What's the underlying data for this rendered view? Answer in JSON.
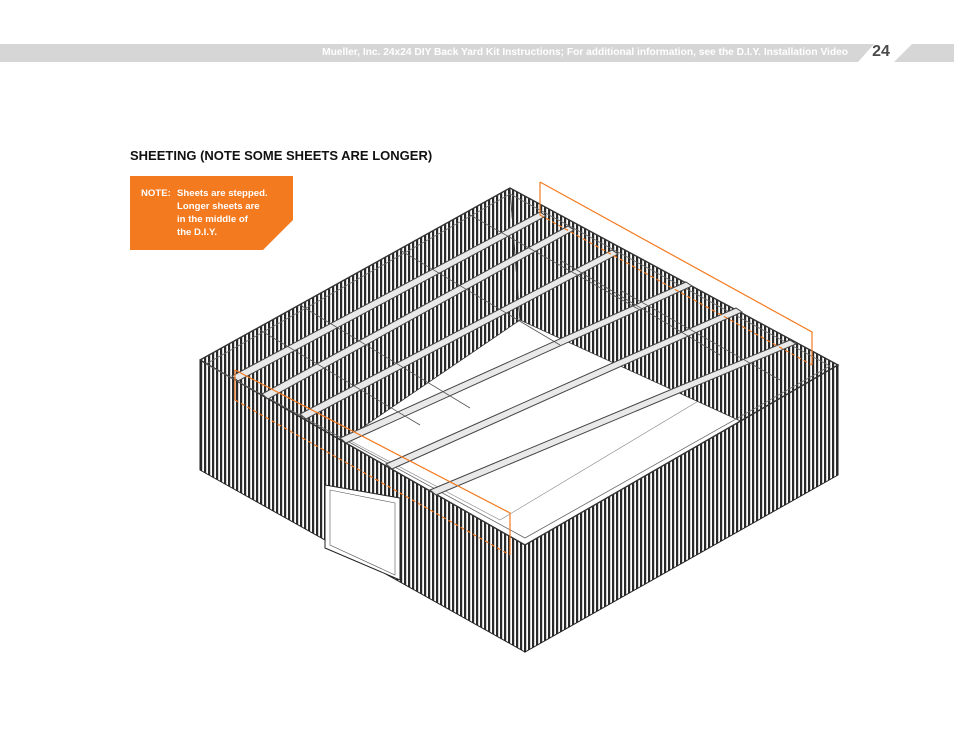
{
  "header": {
    "text": "Mueller, Inc. 24x24 DIY Back Yard Kit Instructions; For additional information, see the D.I.Y. Installation Video",
    "page_number": "24"
  },
  "section": {
    "title": "SHEETING (NOTE SOME SHEETS ARE LONGER)"
  },
  "note": {
    "label": "NOTE:",
    "lines": [
      "Sheets are stepped.",
      "Longer sheets are",
      "in the middle of",
      "the D.I.Y."
    ]
  },
  "colors": {
    "accent": "#f47a20",
    "header_band": "#d6d6d6",
    "sheeting": "#2a2a2a"
  }
}
